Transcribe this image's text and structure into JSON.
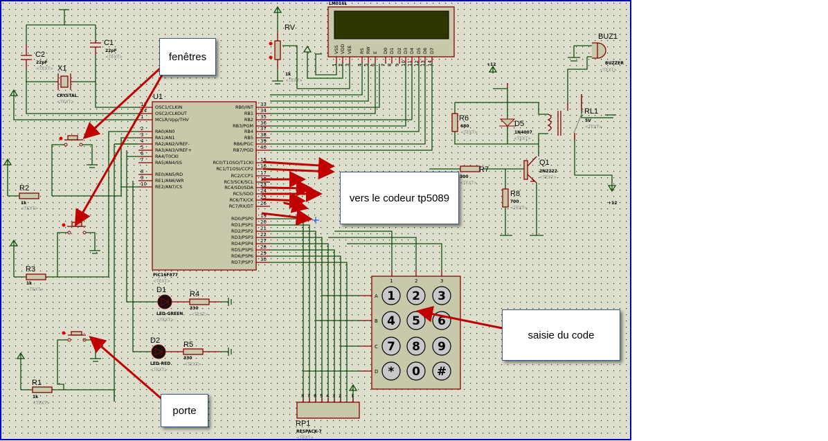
{
  "colors": {
    "background": "#dedecd",
    "wire": "#0b4f0b",
    "pin": "#8b0000",
    "body": "#c8c8aa",
    "arrow": "#c00000",
    "border": "#0000c0",
    "lcd_screen": "#2e3600"
  },
  "placeholder_text": "<TEXT>",
  "callouts": {
    "fenetres": "fenêtres",
    "codeur": "vers le codeur tp5089",
    "saisie": "saisie du code",
    "porte": "porte"
  },
  "components": {
    "c1": {
      "ref": "C1",
      "value": "22pF"
    },
    "c2": {
      "ref": "C2",
      "value": "22pF"
    },
    "x1": {
      "ref": "X1",
      "value": "CRYSTAL"
    },
    "u1": {
      "ref": "U1",
      "value": "PIC16F877",
      "left_pins": [
        {
          "num": "13",
          "name": "OSC1/CLKIN"
        },
        {
          "num": "14",
          "name": "OSC2/CLKOUT"
        },
        {
          "num": "1",
          "name": "MCLR/Vpp/THV"
        },
        {
          "num": "2",
          "name": "RA0/AN0"
        },
        {
          "num": "3",
          "name": "RA1/AN1"
        },
        {
          "num": "4",
          "name": "RA2/AN2/VREF-"
        },
        {
          "num": "5",
          "name": "RA3/AN3/VREF+"
        },
        {
          "num": "6",
          "name": "RA4/T0CKI"
        },
        {
          "num": "7",
          "name": "RA5/AN4/SS"
        },
        {
          "num": "8",
          "name": "RE0/AN5/RD"
        },
        {
          "num": "9",
          "name": "RE1/AN6/WR"
        },
        {
          "num": "10",
          "name": "RE2/AN7/CS"
        }
      ],
      "right_pins": [
        {
          "num": "33",
          "name": "RB0/INT"
        },
        {
          "num": "34",
          "name": "RB1"
        },
        {
          "num": "35",
          "name": "RB2"
        },
        {
          "num": "36",
          "name": "RB3/PGM"
        },
        {
          "num": "37",
          "name": "RB4"
        },
        {
          "num": "38",
          "name": "RB5"
        },
        {
          "num": "39",
          "name": "RB6/PGC"
        },
        {
          "num": "40",
          "name": "RB7/PGD"
        },
        {
          "num": "15",
          "name": "RC0/T1OSO/T1CKI"
        },
        {
          "num": "16",
          "name": "RC1/T1OSI/CCP2"
        },
        {
          "num": "17",
          "name": "RC2/CCP1"
        },
        {
          "num": "18",
          "name": "RC3/SCK/SCL"
        },
        {
          "num": "23",
          "name": "RC4/SDI/SDA"
        },
        {
          "num": "24",
          "name": "RC5/SDO"
        },
        {
          "num": "25",
          "name": "RC6/TX/CK"
        },
        {
          "num": "26",
          "name": "RC7/RX/DT"
        },
        {
          "num": "19",
          "name": "RD0/PSP0"
        },
        {
          "num": "20",
          "name": "RD1/PSP1"
        },
        {
          "num": "21",
          "name": "RD2/PSP2"
        },
        {
          "num": "22",
          "name": "RD3/PSP3"
        },
        {
          "num": "27",
          "name": "RD4/PSP4"
        },
        {
          "num": "28",
          "name": "RD5/PSP5"
        },
        {
          "num": "29",
          "name": "RD6/PSP6"
        },
        {
          "num": "30",
          "name": "RD7/PSP7"
        }
      ]
    },
    "lcd": {
      "ref": "LM016L",
      "pins": [
        {
          "num": "1",
          "name": "VSS"
        },
        {
          "num": "2",
          "name": "VDD"
        },
        {
          "num": "3",
          "name": "VEE"
        },
        {
          "num": "4",
          "name": "RS"
        },
        {
          "num": "5",
          "name": "RW"
        },
        {
          "num": "6",
          "name": "E"
        },
        {
          "num": "7",
          "name": "D0"
        },
        {
          "num": "8",
          "name": "D1"
        },
        {
          "num": "9",
          "name": "D2"
        },
        {
          "num": "10",
          "name": "D3"
        },
        {
          "num": "11",
          "name": "D4"
        },
        {
          "num": "12",
          "name": "D5"
        },
        {
          "num": "13",
          "name": "D6"
        },
        {
          "num": "14",
          "name": "D7"
        }
      ]
    },
    "rv": {
      "ref": "RV",
      "value": "1k"
    },
    "buz1": {
      "ref": "BUZ1",
      "value": "BUZZER"
    },
    "rl1": {
      "ref": "RL1",
      "value": "5V"
    },
    "r6": {
      "ref": "R6",
      "value": "680"
    },
    "d5": {
      "ref": "D5",
      "value": "1N4007"
    },
    "q1": {
      "ref": "Q1",
      "value": "2N2222"
    },
    "r7": {
      "ref": "R7",
      "value": "300"
    },
    "r8": {
      "ref": "R8",
      "value": "700"
    },
    "r1": {
      "ref": "R1",
      "value": "1k"
    },
    "r2": {
      "ref": "R2",
      "value": "1k"
    },
    "r3": {
      "ref": "R3",
      "value": "1k"
    },
    "d1": {
      "ref": "D1",
      "value": "LED-GREEN"
    },
    "d2": {
      "ref": "D2",
      "value": "LED-RED"
    },
    "r4": {
      "ref": "R4",
      "value": "330"
    },
    "r5": {
      "ref": "R5",
      "value": "330"
    },
    "rp1": {
      "ref": "RP1",
      "value": "RESPACK-7",
      "pins": [
        "8",
        "7",
        "6",
        "5",
        "4",
        "3",
        "2",
        "1"
      ]
    },
    "keypad": {
      "cols": [
        "1",
        "2",
        "3"
      ],
      "rows": [
        "A",
        "B",
        "C",
        "D"
      ],
      "keys": [
        "1",
        "2",
        "3",
        "4",
        "5",
        "6",
        "7",
        "8",
        "9",
        "*",
        "0",
        "#"
      ]
    },
    "power": {
      "plus12": "+12"
    }
  }
}
